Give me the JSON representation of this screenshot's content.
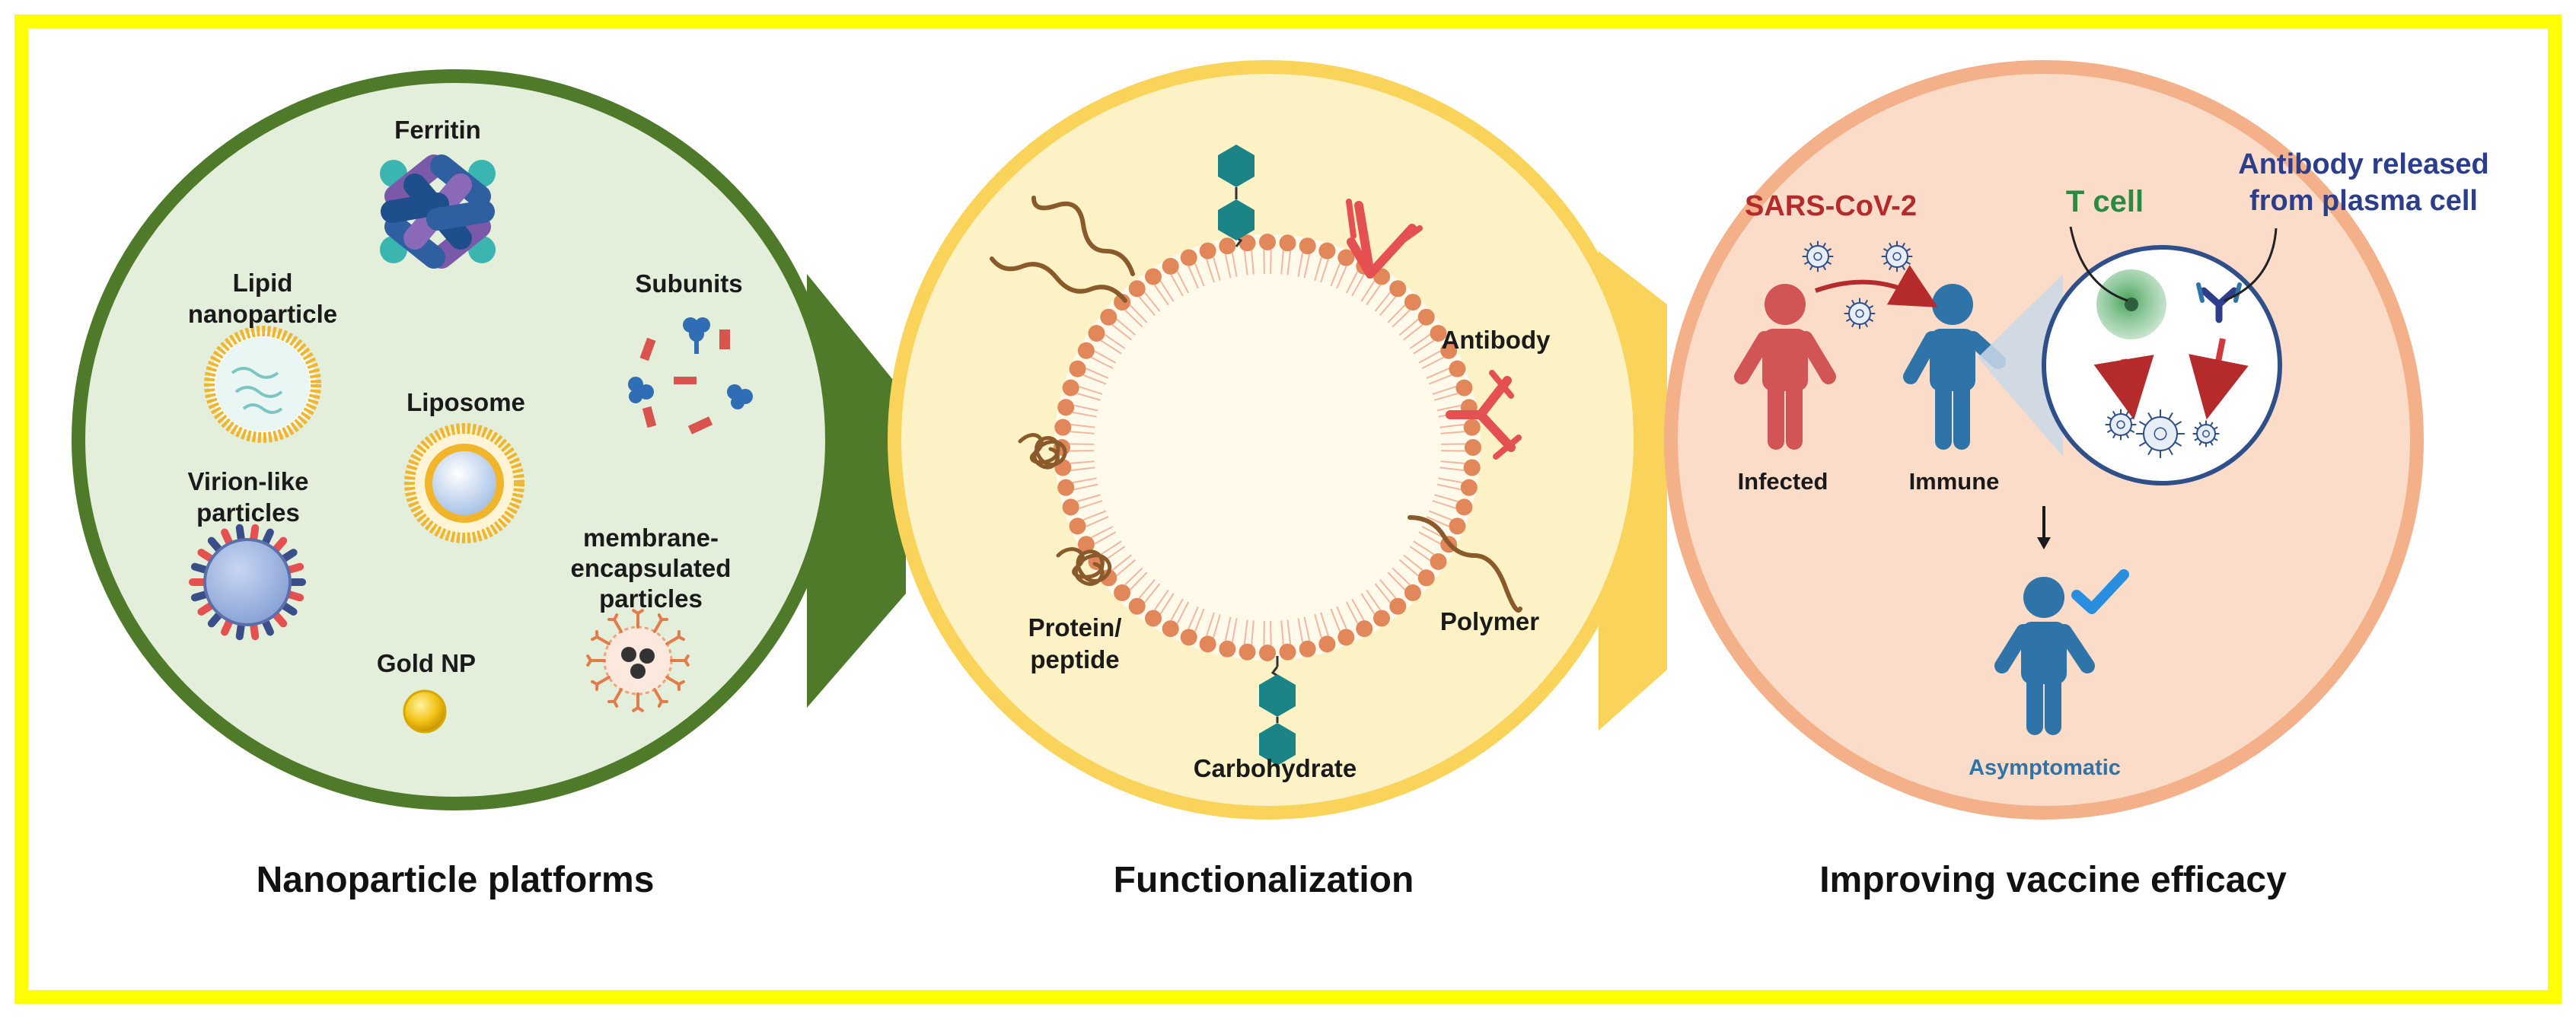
{
  "colors": {
    "frame": "#ffff00",
    "panel1_fill": "#e3efdb",
    "panel1_border": "#4f7a2a",
    "panel2_fill": "#fdf1c6",
    "panel2_border": "#fad45a",
    "panel3_fill": "#fbdcc8",
    "panel3_border": "#f3b089",
    "lipid_head": "#e2875a",
    "teal": "#1b8486",
    "antibody_red": "#e55050",
    "polymer_brown": "#8a5a2b",
    "sars_red": "#b52a2a",
    "tcell_green": "#2a8a42",
    "antibody_blue": "#2c3d8c",
    "person_blue": "#2e74a8",
    "check_blue": "#2a8ee0"
  },
  "panels": {
    "platforms": {
      "caption": "Nanoparticle platforms",
      "items": {
        "ferritin": "Ferritin",
        "lipid_np_line1": "Lipid",
        "lipid_np_line2": "nanoparticle",
        "subunits": "Subunits",
        "liposome": "Liposome",
        "vlp_line1": "Virion-like",
        "vlp_line2": "particles",
        "membrane_line1": "membrane-",
        "membrane_line2": "encapsulated",
        "membrane_line3": "particles",
        "gold": "Gold NP"
      }
    },
    "functionalization": {
      "caption": "Functionalization",
      "labels": {
        "antibody": "Antibody",
        "polymer": "Polymer",
        "protein_line1": "Protein/",
        "protein_line2": "peptide",
        "carbohydrate": "Carbohydrate"
      }
    },
    "efficacy": {
      "caption": "Improving vaccine efficacy",
      "labels": {
        "sars": "SARS-CoV-2",
        "tcell": "T cell",
        "antibody_line1": "Antibody released",
        "antibody_line2": "from plasma cell",
        "infected": "Infected",
        "immune": "Immune",
        "asymptomatic": "Asymptomatic"
      }
    }
  },
  "icons": [
    "ferritin-icon",
    "lipid-nanoparticle-icon",
    "liposome-icon",
    "virion-like-particle-icon",
    "gold-np-icon",
    "subunits-icon",
    "membrane-particle-icon",
    "lipid-bilayer-icon",
    "carbohydrate-icon",
    "antibody-icon",
    "polymer-icon",
    "protein-peptide-icon",
    "virus-icon",
    "person-icon",
    "t-cell-icon",
    "checkmark-icon",
    "down-arrow-icon"
  ]
}
